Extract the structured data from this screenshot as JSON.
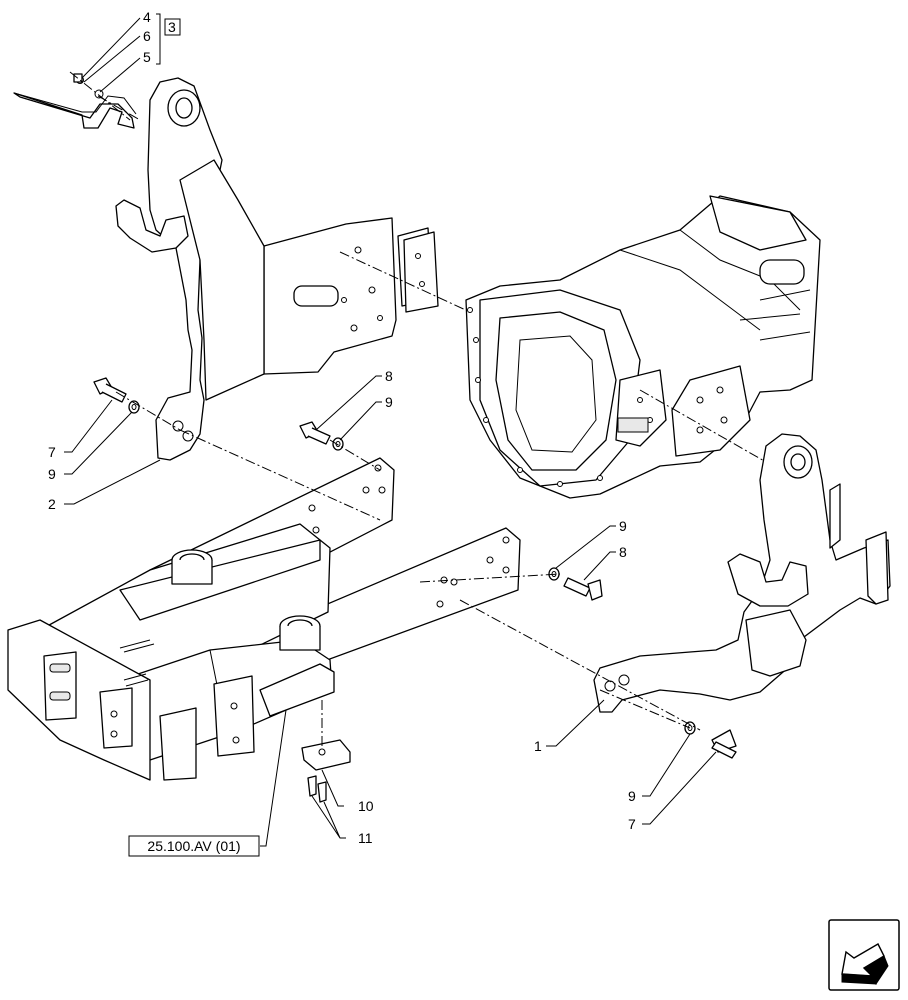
{
  "callouts": {
    "c4": "4",
    "c6": "6",
    "c5": "5",
    "c3": "3",
    "c7_left": "7",
    "c9_left": "9",
    "c2": "2",
    "c8_mid": "8",
    "c9_mid": "9",
    "c9_right": "9",
    "c8_right": "8",
    "c1": "1",
    "c9_bottom": "9",
    "c7_bottom": "7",
    "c10": "10",
    "c11": "11"
  },
  "reference": {
    "label": "25.100.AV (01)"
  },
  "navigation": {
    "icon": "arrow-back-icon"
  }
}
